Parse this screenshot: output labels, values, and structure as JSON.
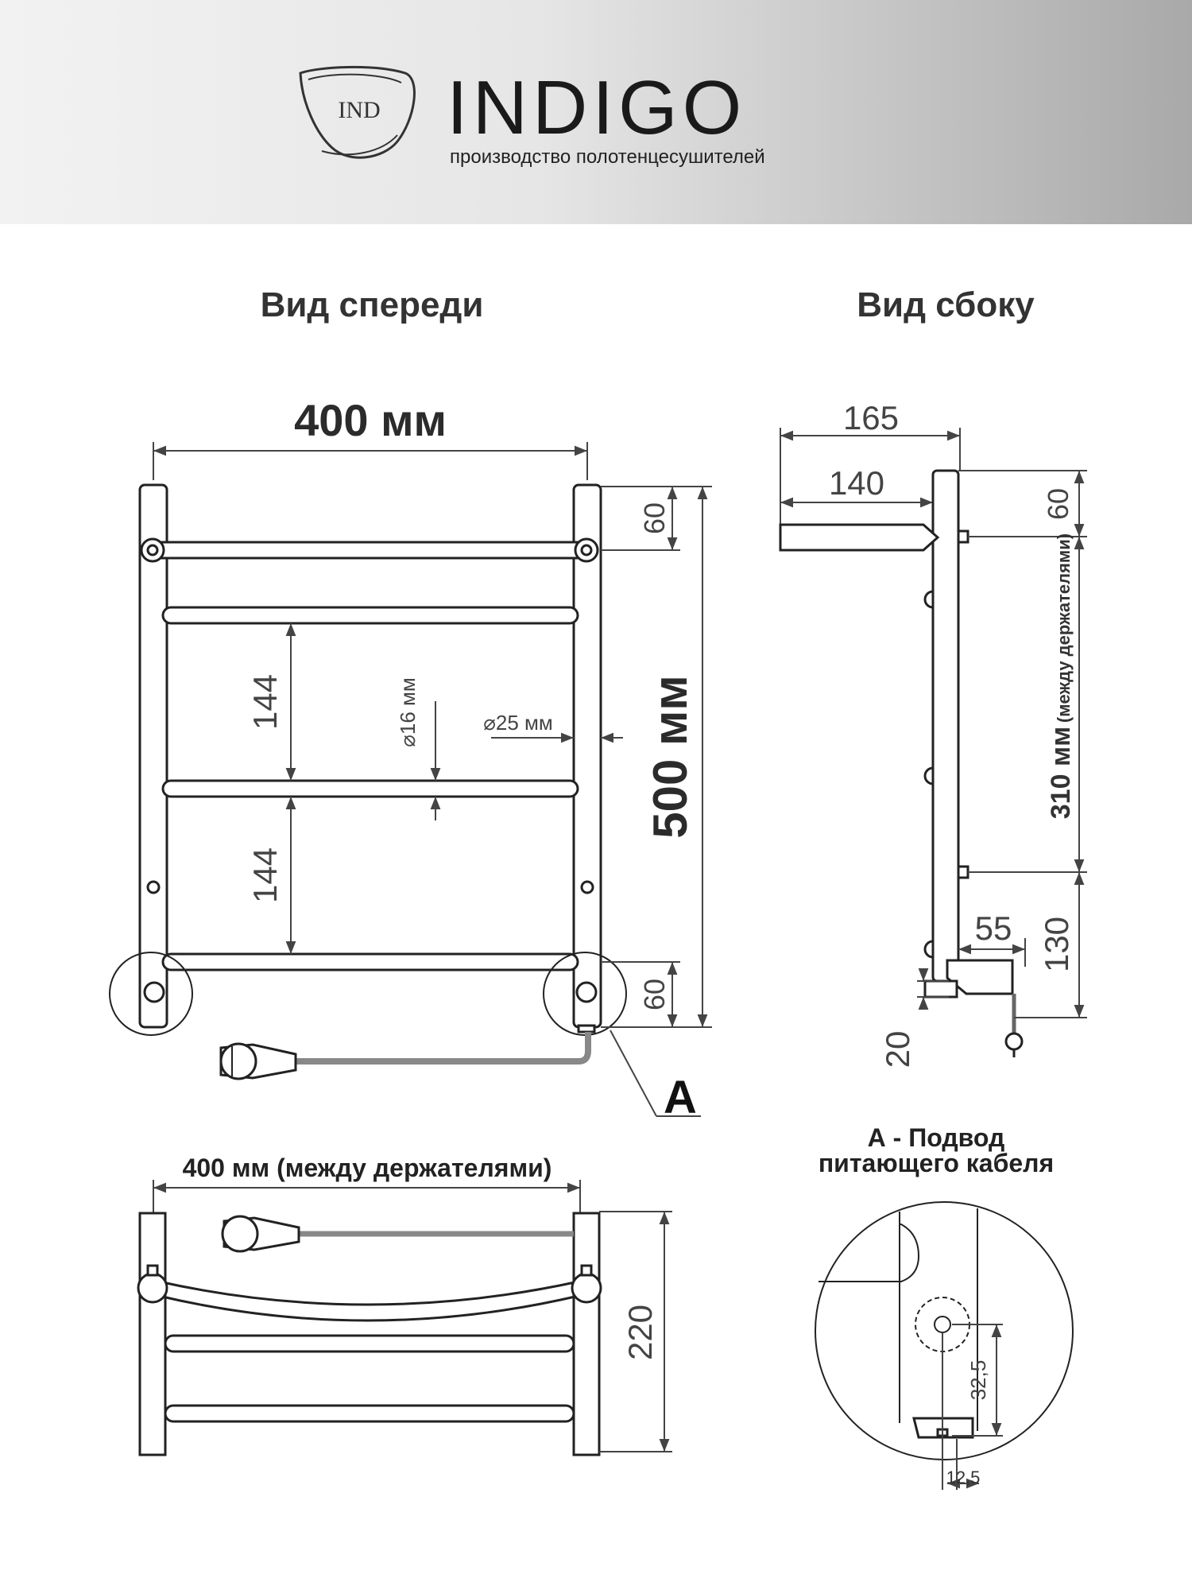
{
  "brand": {
    "name": "INDIGO",
    "logo_mark": "IND",
    "tagline": "производство полотенцесушителей"
  },
  "views": {
    "front": {
      "title": "Вид спереди",
      "width": "400 мм",
      "height": "500 мм",
      "top_offset": "60",
      "bottom_offset": "60",
      "bar_spacing_upper": "144",
      "bar_spacing_lower": "144",
      "bar_diameter": "⌀16 мм",
      "post_diameter": "⌀25 мм",
      "callout": "A"
    },
    "side": {
      "title": "Вид сбоку",
      "depth_total": "165",
      "depth_arm": "140",
      "top_offset": "60",
      "holder_span_bold": "310 мм",
      "holder_span_note": "(между держателями)",
      "bottom_offset": "130",
      "box_depth": "55",
      "cable_drop": "20"
    },
    "top": {
      "width_label": "400 мм (между держателями)",
      "depth": "220"
    },
    "detail": {
      "caption_line1": "А - Подвод",
      "caption_line2": "питающего кабеля",
      "vertical_dim": "32,5",
      "horizontal_dim": "12,5"
    }
  }
}
